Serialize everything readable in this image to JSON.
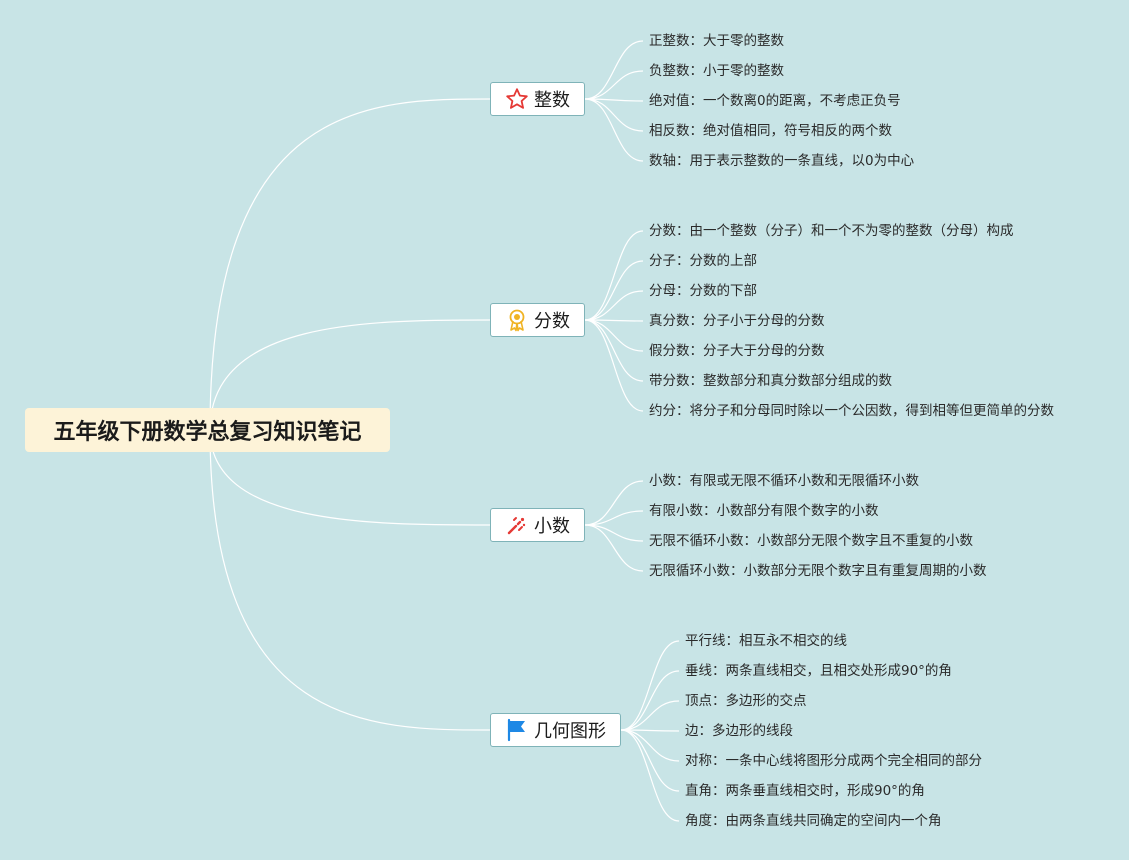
{
  "root": {
    "title": "五年级下册数学总复习知识笔记"
  },
  "branches": [
    {
      "label": "整数",
      "icon": "star-icon",
      "icon_color": "#e53935",
      "items": [
        "正整数：大于零的整数",
        "负整数：小于零的整数",
        "绝对值：一个数离0的距离，不考虑正负号",
        "相反数：绝对值相同，符号相反的两个数",
        "数轴：用于表示整数的一条直线，以0为中心"
      ]
    },
    {
      "label": "分数",
      "icon": "award-ribbon-icon",
      "icon_color": "#f0b323",
      "items": [
        "分数：由一个整数（分子）和一个不为零的整数（分母）构成",
        "分子：分数的上部",
        "分母：分数的下部",
        "真分数：分子小于分母的分数",
        "假分数：分子大于分母的分数",
        "带分数：整数部分和真分数部分组成的数",
        "约分：将分子和分母同时除以一个公因数，得到相等但更简单的分数"
      ]
    },
    {
      "label": "小数",
      "icon": "party-popper-icon",
      "icon_color": "#e53935",
      "items": [
        "小数：有限或无限不循环小数和无限循环小数",
        "有限小数：小数部分有限个数字的小数",
        "无限不循环小数：小数部分无限个数字且不重复的小数",
        "无限循环小数：小数部分无限个数字且有重复周期的小数"
      ]
    },
    {
      "label": "几何图形",
      "icon": "flag-icon",
      "icon_color": "#1e88e5",
      "items": [
        "平行线：相互永不相交的线",
        "垂线：两条直线相交，且相交处形成90°的角",
        "顶点：多边形的交点",
        "边：多边形的线段",
        "对称：一条中心线将图形分成两个完全相同的部分",
        "直角：两条垂直线相交时，形成90°的角",
        "角度：由两条直线共同确定的空间内一个角"
      ]
    }
  ],
  "colors": {
    "background": "#c8e4e6",
    "link": "#ffffff",
    "root_fill": "#fdf3d8",
    "branch_border": "#7fb3b8"
  }
}
